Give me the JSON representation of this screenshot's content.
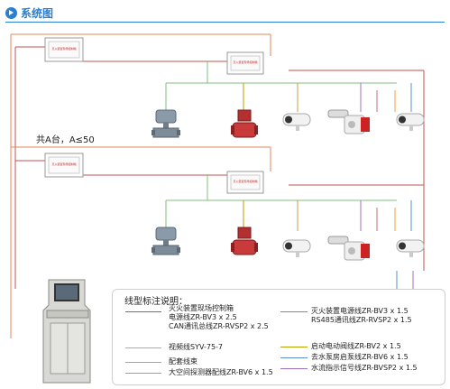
{
  "header": {
    "title": "系统图"
  },
  "diagram": {
    "count_label": "共A台，A≤50",
    "controller_label": "灭火装置现场控制箱",
    "device_icons": [
      "electric-valve-icon",
      "flow-indicator-icon",
      "detector-camera-icon",
      "fire-monitor-icon",
      "detector-camera-icon"
    ],
    "cabinet_icon": "control-cabinet-icon"
  },
  "legend": {
    "title": "线型标注说明：",
    "items": [
      {
        "key": "box",
        "lines": [
          "灭火装置现场控制箱",
          "电源线ZR-BV3 x 2.5",
          "CAN通讯总线ZR-RVSP2 x 2.5"
        ],
        "color": "#c0504d"
      },
      {
        "key": "video",
        "lines": [
          "视频线SYV-75-7"
        ],
        "color": "#f0a030"
      },
      {
        "key": "harness",
        "lines": [
          "配套线束"
        ],
        "color": "#7fbf7f"
      },
      {
        "key": "detector",
        "lines": [
          "大空间探测器配线ZR-BV6 x 1.5"
        ],
        "color": "#c89b3c"
      },
      {
        "key": "device_power",
        "lines": [
          "灭火装置电源线ZR-BV3 x 1.5",
          "RS485通讯线ZR-RVSP2 x 1.5"
        ],
        "color": "#c07070"
      },
      {
        "key": "valve",
        "lines": [
          "启动电动阀线ZR-BV2 x 1.5"
        ],
        "color": "#b8a000"
      },
      {
        "key": "pump",
        "lines": [
          "去水泵房启泵线ZR-BV6 x 1.5"
        ],
        "color": "#5c8fd0"
      },
      {
        "key": "flow",
        "lines": [
          "水流指示信号线ZR-BVSP2 x 1.5"
        ],
        "color": "#a070c0"
      }
    ]
  },
  "colors": {
    "accent": "#2a7fd0",
    "fire_red": "#cc2222",
    "line_red": "#c0504d"
  }
}
